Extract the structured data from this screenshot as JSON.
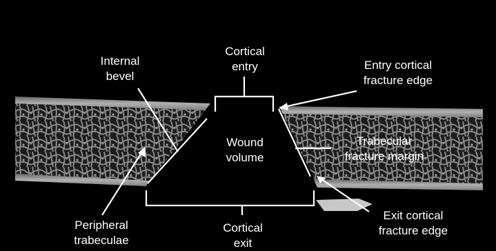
{
  "figure": {
    "labels": {
      "cortical_entry_line1": "Cortical",
      "cortical_entry_line2": "entry",
      "internal_bevel_line1": "Internal",
      "internal_bevel_line2": "bevel",
      "entry_edge_line1": "Entry cortical",
      "entry_edge_line2": "fracture edge",
      "trabecular_margin_line1": "Trabecular",
      "trabecular_margin_line2": "fracture margin",
      "wound_line1": "Wound",
      "wound_line2": "volume",
      "peripheral_line1": "Peripheral",
      "peripheral_line2": "trabeculae",
      "cortical_exit_line1": "Cortical",
      "cortical_exit_line2": "exit",
      "exit_edge_line1": "Exit cortical",
      "exit_edge_line2": "fracture edge"
    },
    "colors": {
      "background": "#000000",
      "annotation": "#ffffff",
      "bone": "#8a8a8a",
      "marrow": "#1a1a1a"
    }
  }
}
